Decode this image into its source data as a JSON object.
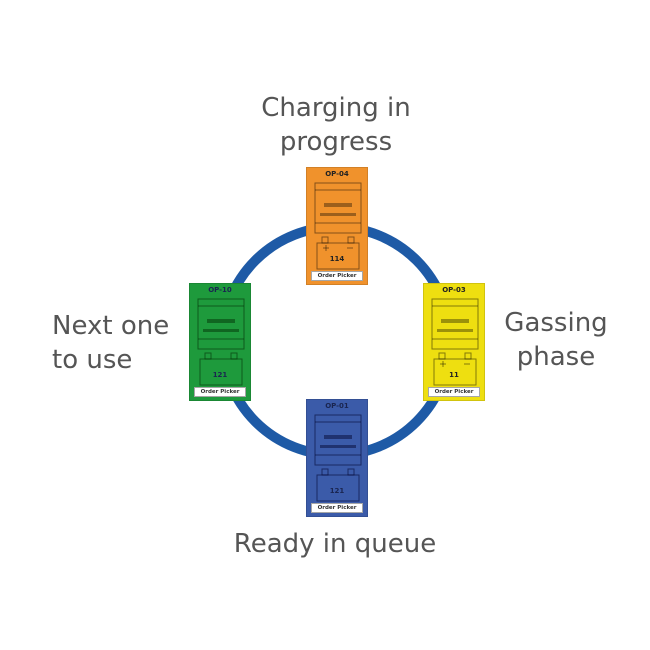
{
  "stages": [
    {
      "id": "charging",
      "lines": [
        "Charging in",
        "progress"
      ]
    },
    {
      "id": "gassing",
      "lines": [
        "Gassing",
        "phase"
      ]
    },
    {
      "id": "ready",
      "lines": [
        "Ready in queue"
      ]
    },
    {
      "id": "next",
      "lines": [
        "Next one",
        "to use"
      ]
    }
  ],
  "cards": [
    {
      "code": "OP-04",
      "number": "114",
      "tag": "Order Picker",
      "color": "#f0922c"
    },
    {
      "code": "OP-03",
      "number": "11",
      "tag": "Order Picker",
      "color": "#eedf10"
    },
    {
      "code": "OP-01",
      "number": "121",
      "tag": "Order Picker",
      "color": "#3b5ba9"
    },
    {
      "code": "OP-10",
      "number": "121",
      "tag": "Order Picker",
      "color": "#1e9a3c"
    }
  ],
  "colors": {
    "ring": "#1e5aa6",
    "label_text": "#555555"
  }
}
